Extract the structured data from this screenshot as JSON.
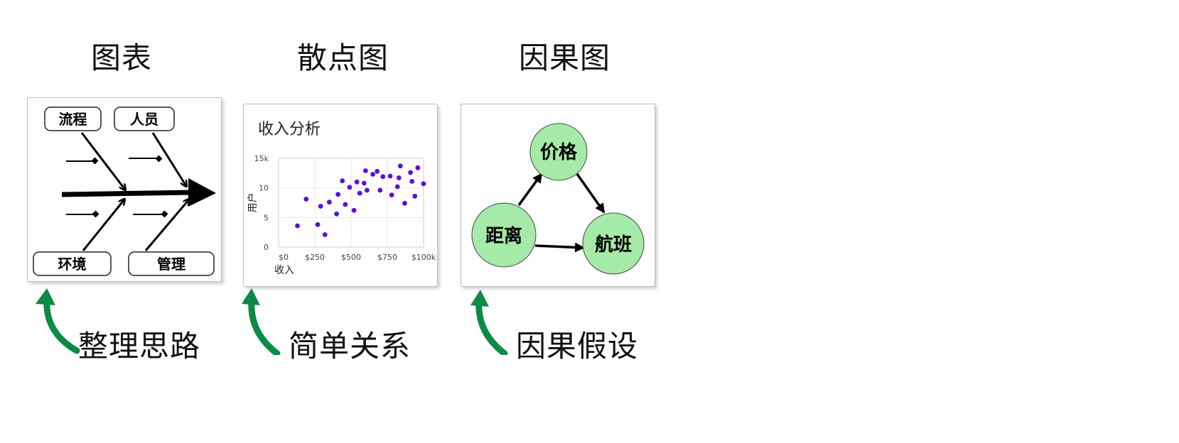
{
  "headings": {
    "chart": "图表",
    "scatter": "散点图",
    "causal": "因果图"
  },
  "fishbone": {
    "boxes": [
      "流程",
      "人员",
      "环境",
      "管理"
    ]
  },
  "causal": {
    "nodes": [
      "价格",
      "距离",
      "航班"
    ],
    "node_color": "#a5eaa8"
  },
  "captions": [
    "整理思路",
    "简单关系",
    "因果假设"
  ],
  "colors": {
    "arrow_green": "#0c8a46",
    "point_purple": "#5b10d6"
  },
  "chart_data": {
    "type": "scatter",
    "title": "收入分析",
    "xlabel": "收入",
    "ylabel": "用户",
    "x_tick_labels": [
      "$0",
      "$250",
      "$500",
      "$750",
      "$100k"
    ],
    "x_tick_values": [
      0,
      250,
      500,
      750,
      1000
    ],
    "y_tick_labels": [
      "0",
      "5",
      "10",
      "15k"
    ],
    "y_tick_values": [
      0,
      5,
      10,
      15
    ],
    "xlim": [
      0,
      1000
    ],
    "ylim": [
      0,
      15
    ],
    "grid": true,
    "points": [
      {
        "x": 130,
        "y": 3.6
      },
      {
        "x": 190,
        "y": 8.1
      },
      {
        "x": 270,
        "y": 3.8
      },
      {
        "x": 290,
        "y": 6.9
      },
      {
        "x": 320,
        "y": 2.1
      },
      {
        "x": 350,
        "y": 7.6
      },
      {
        "x": 400,
        "y": 5.6
      },
      {
        "x": 410,
        "y": 8.9
      },
      {
        "x": 440,
        "y": 11.2
      },
      {
        "x": 460,
        "y": 7.2
      },
      {
        "x": 490,
        "y": 10.1
      },
      {
        "x": 520,
        "y": 6.2
      },
      {
        "x": 540,
        "y": 11.0
      },
      {
        "x": 560,
        "y": 9.1
      },
      {
        "x": 590,
        "y": 10.8
      },
      {
        "x": 600,
        "y": 12.9
      },
      {
        "x": 610,
        "y": 9.6
      },
      {
        "x": 650,
        "y": 12.3
      },
      {
        "x": 680,
        "y": 12.8
      },
      {
        "x": 700,
        "y": 9.6
      },
      {
        "x": 720,
        "y": 11.9
      },
      {
        "x": 770,
        "y": 12.0
      },
      {
        "x": 780,
        "y": 8.8
      },
      {
        "x": 820,
        "y": 10.2
      },
      {
        "x": 830,
        "y": 11.7
      },
      {
        "x": 840,
        "y": 13.7
      },
      {
        "x": 870,
        "y": 7.4
      },
      {
        "x": 910,
        "y": 12.6
      },
      {
        "x": 920,
        "y": 11.1
      },
      {
        "x": 940,
        "y": 8.6
      },
      {
        "x": 960,
        "y": 13.4
      },
      {
        "x": 1000,
        "y": 10.7
      }
    ]
  }
}
